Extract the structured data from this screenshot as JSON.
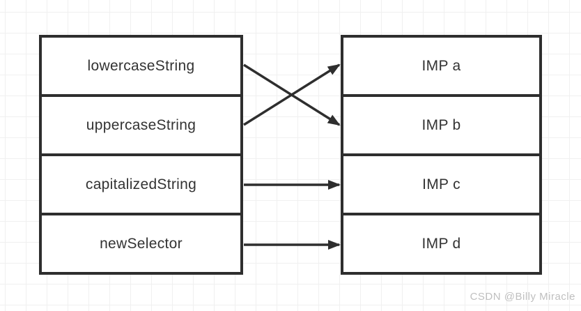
{
  "diagram": {
    "left_box": {
      "rows": [
        "lowercaseString",
        "uppercaseString",
        "capitalizedString",
        "newSelector"
      ]
    },
    "right_box": {
      "rows": [
        "IMP a",
        "IMP b",
        "IMP c",
        "IMP d"
      ]
    },
    "connections": [
      {
        "from": 0,
        "to": 1
      },
      {
        "from": 1,
        "to": 0
      },
      {
        "from": 2,
        "to": 2
      },
      {
        "from": 3,
        "to": 3
      }
    ],
    "colors": {
      "stroke": "#2e2e2e",
      "text": "#333333",
      "grid": "#f0f0f0",
      "background": "#ffffff"
    }
  },
  "watermark": {
    "text": "CSDN @Billy Miracle",
    "color": "#bfbfbf"
  }
}
